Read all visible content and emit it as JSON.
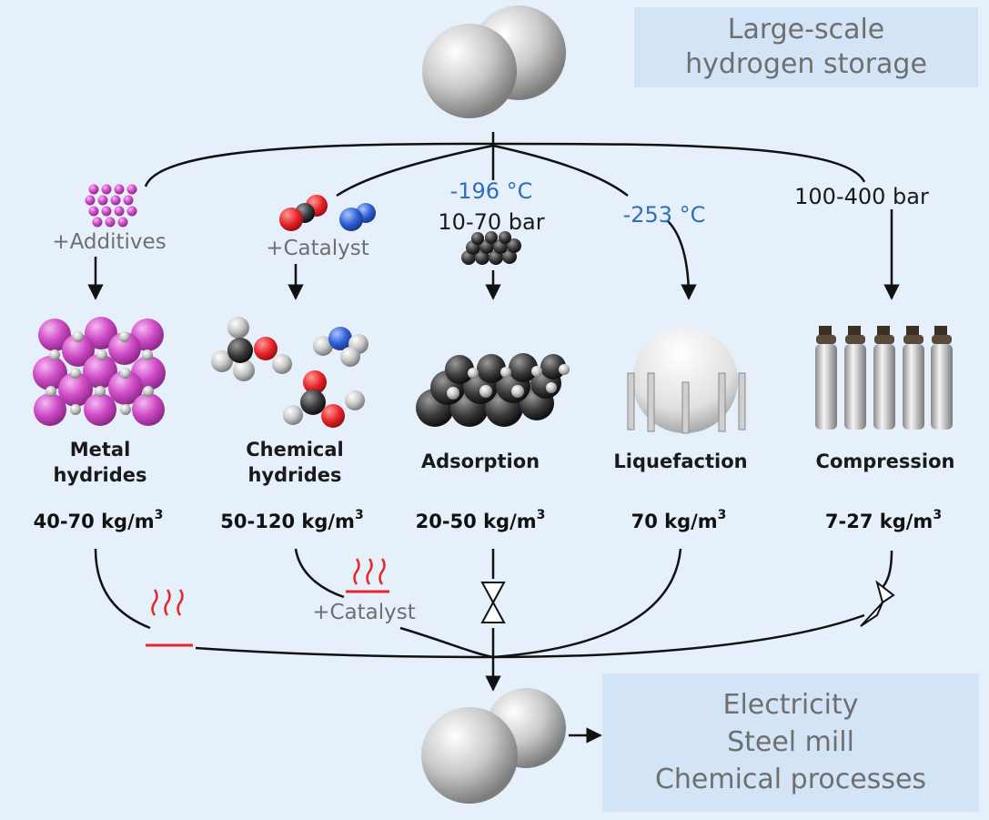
{
  "header": {
    "title_line1": "Large-scale",
    "title_line2": "hydrogen storage"
  },
  "conditions": {
    "additives": "+Additives",
    "catalyst_in": "+Catalyst",
    "adsorption_temp": "-196 °C",
    "adsorption_pressure": "10-70 bar",
    "liquefaction_temp": "-253 °C",
    "compression_pressure": "100-400 bar",
    "catalyst_out": "+Catalyst"
  },
  "methods": [
    {
      "name_line1": "Metal",
      "name_line2": "hydrides",
      "density": "40-70 kg/m",
      "density_exp": "3"
    },
    {
      "name_line1": "Chemical",
      "name_line2": "hydrides",
      "density": "50-120 kg/m",
      "density_exp": "3"
    },
    {
      "name_line1": "Adsorption",
      "name_line2": "",
      "density": "20-50 kg/m",
      "density_exp": "3"
    },
    {
      "name_line1": "Liquefaction",
      "name_line2": "",
      "density": "70 kg/m",
      "density_exp": "3"
    },
    {
      "name_line1": "Compression",
      "name_line2": "",
      "density": "7-27 kg/m",
      "density_exp": "3"
    }
  ],
  "uses": {
    "line1": "Electricity",
    "line2": "Steel mill",
    "line3": "Chemical processes"
  },
  "colors": {
    "background": "#e6f0fb",
    "box": "#d2e4f6",
    "heat": "#e8262a",
    "blue_text": "#2e6fbd",
    "metal_hydride": "#d04cc8",
    "oxygen": "#e8262a",
    "nitrogen": "#2f5fd6",
    "carbon": "#3a3a3a"
  },
  "icons": [
    "hydrogen-molecule-icon",
    "heat-icon",
    "valve-icon",
    "storage-sphere-icon",
    "gas-cylinder-icon"
  ]
}
